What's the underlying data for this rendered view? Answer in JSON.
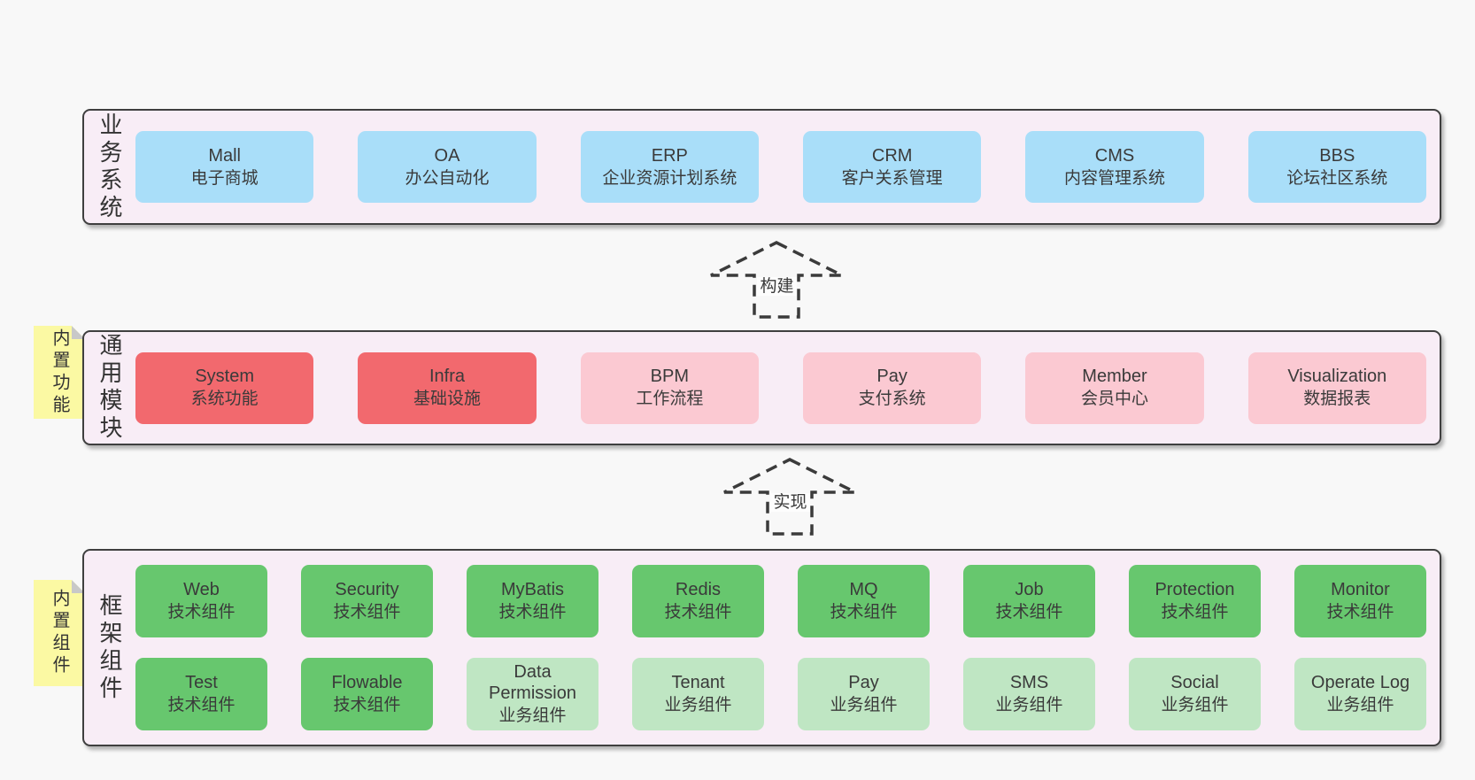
{
  "colors": {
    "page_bg": "#f8f8f8",
    "panel_bg": "#f8edf6",
    "panel_border": "#3f3f3f",
    "blue": "#a9def9",
    "red": "#f2696e",
    "pink": "#fbc9d2",
    "green": "#67c76e",
    "light_green": "#bfe6c3",
    "sticky_yellow": "#fbf9a3",
    "text": "#3a3a3a"
  },
  "business": {
    "label": "业务系统",
    "boxes": [
      {
        "name": "Mall",
        "desc": "电子商城",
        "variant": "blue"
      },
      {
        "name": "OA",
        "desc": "办公自动化",
        "variant": "blue"
      },
      {
        "name": "ERP",
        "desc": "企业资源计划系统",
        "variant": "blue"
      },
      {
        "name": "CRM",
        "desc": "客户关系管理",
        "variant": "blue"
      },
      {
        "name": "CMS",
        "desc": "内容管理系统",
        "variant": "blue"
      },
      {
        "name": "BBS",
        "desc": "论坛社区系统",
        "variant": "blue"
      }
    ]
  },
  "arrows": {
    "build": "构建",
    "implement": "实现"
  },
  "modules": {
    "label": "通用模块",
    "sticky": "内置功能",
    "boxes": [
      {
        "name": "System",
        "desc": "系统功能",
        "variant": "red"
      },
      {
        "name": "Infra",
        "desc": "基础设施",
        "variant": "red"
      },
      {
        "name": "BPM",
        "desc": "工作流程",
        "variant": "pink"
      },
      {
        "name": "Pay",
        "desc": "支付系统",
        "variant": "pink"
      },
      {
        "name": "Member",
        "desc": "会员中心",
        "variant": "pink"
      },
      {
        "name": "Visualization",
        "desc": "数据报表",
        "variant": "pink"
      }
    ]
  },
  "components": {
    "label": "框架组件",
    "sticky": "内置组件",
    "row1": [
      {
        "name": "Web",
        "desc": "技术组件",
        "variant": "green"
      },
      {
        "name": "Security",
        "desc": "技术组件",
        "variant": "green"
      },
      {
        "name": "MyBatis",
        "desc": "技术组件",
        "variant": "green"
      },
      {
        "name": "Redis",
        "desc": "技术组件",
        "variant": "green"
      },
      {
        "name": "MQ",
        "desc": "技术组件",
        "variant": "green"
      },
      {
        "name": "Job",
        "desc": "技术组件",
        "variant": "green"
      },
      {
        "name": "Protection",
        "desc": "技术组件",
        "variant": "green"
      },
      {
        "name": "Monitor",
        "desc": "技术组件",
        "variant": "green"
      }
    ],
    "row2": [
      {
        "name": "Test",
        "desc": "技术组件",
        "variant": "green"
      },
      {
        "name": "Flowable",
        "desc": "技术组件",
        "variant": "green"
      },
      {
        "name": "Data Permission",
        "desc": "业务组件",
        "variant": "light-green"
      },
      {
        "name": "Tenant",
        "desc": "业务组件",
        "variant": "light-green"
      },
      {
        "name": "Pay",
        "desc": "业务组件",
        "variant": "light-green"
      },
      {
        "name": "SMS",
        "desc": "业务组件",
        "variant": "light-green"
      },
      {
        "name": "Social",
        "desc": "业务组件",
        "variant": "light-green"
      },
      {
        "name": "Operate Log",
        "desc": "业务组件",
        "variant": "light-green"
      }
    ]
  }
}
